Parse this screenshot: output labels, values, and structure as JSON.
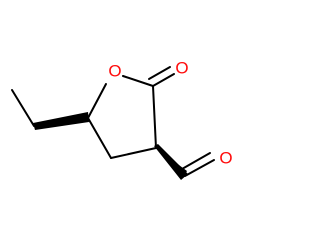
{
  "structure": {
    "atoms": [
      {
        "id": "ring-oxygen",
        "label": "O",
        "color": "#ff0d0d"
      },
      {
        "id": "lactone-carbonyl-oxygen",
        "label": "O",
        "color": "#ff0d0d"
      },
      {
        "id": "aldehyde-oxygen",
        "label": "O",
        "color": "#ff0d0d"
      }
    ],
    "bond_color": "#000000"
  }
}
